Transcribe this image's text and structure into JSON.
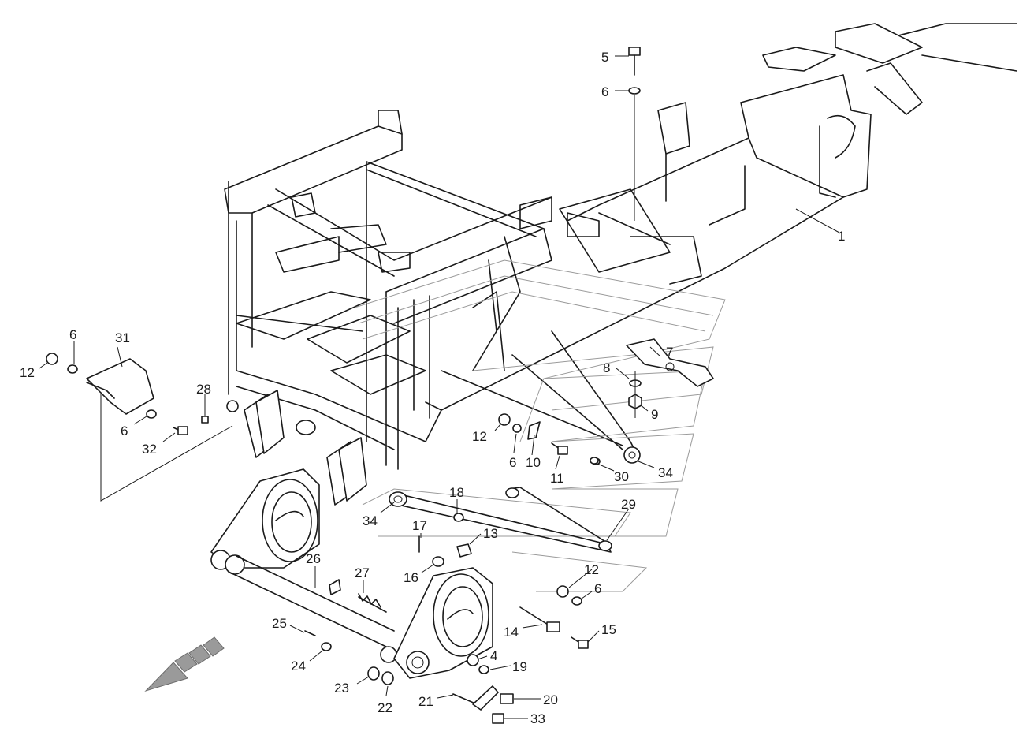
{
  "callouts": [
    "1",
    "4",
    "5",
    "6",
    "7",
    "8",
    "9",
    "10",
    "11",
    "12",
    "13",
    "14",
    "15",
    "16",
    "17",
    "18",
    "19",
    "20",
    "21",
    "22",
    "23",
    "24",
    "25",
    "26",
    "27",
    "28",
    "29",
    "30",
    "31",
    "32",
    "33",
    "34"
  ],
  "colors": {
    "line": "#1a1a1a",
    "ghost": "#9a9a9a",
    "background": "#ffffff"
  }
}
